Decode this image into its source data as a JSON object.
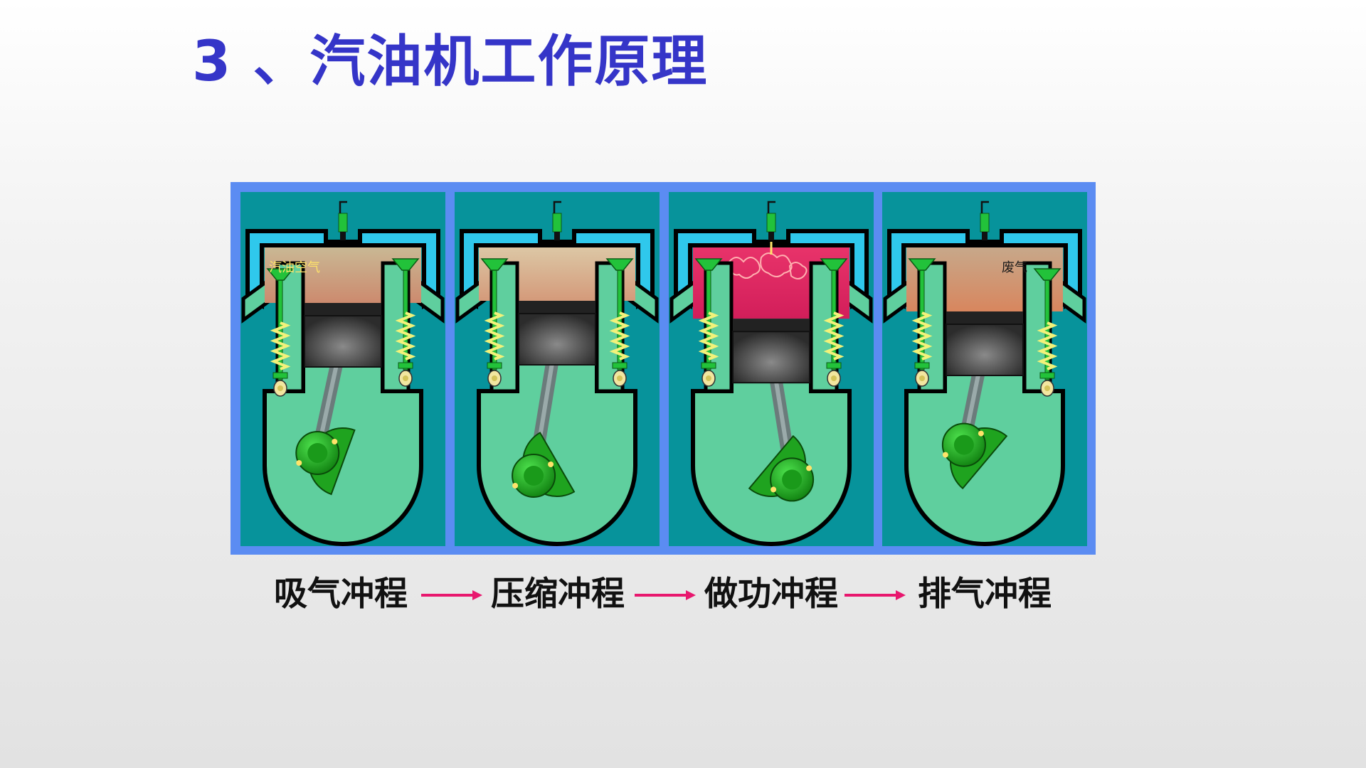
{
  "title": "3 、汽油机工作原理",
  "strokes": [
    {
      "label": "吸气冲程",
      "crank_angle": 200,
      "piston_level": 0.35,
      "intake_open": true,
      "exhaust_open": false,
      "chamber_top": "#c9b894",
      "chamber_bottom": "#cc8a6e",
      "fire": false,
      "tag": "汽油空气",
      "tag_color": "yellow",
      "tag_side": "left"
    },
    {
      "label": "压缩冲程",
      "crank_angle": 150,
      "piston_level": 0.3,
      "intake_open": false,
      "exhaust_open": false,
      "chamber_top": "#dcc7a5",
      "chamber_bottom": "#d49a7a",
      "fire": false,
      "tag": "",
      "tag_color": "",
      "tag_side": ""
    },
    {
      "label": "做功冲程",
      "crank_angle": 40,
      "piston_level": 0.72,
      "intake_open": false,
      "exhaust_open": false,
      "chamber_top": "#e8336a",
      "chamber_bottom": "#d21e5a",
      "fire": true,
      "tag": "",
      "tag_color": "",
      "tag_side": ""
    },
    {
      "label": "排气冲程",
      "crank_angle": 220,
      "piston_level": 0.55,
      "intake_open": false,
      "exhaust_open": true,
      "chamber_top": "#c7a88a",
      "chamber_bottom": "#d8865e",
      "fire": false,
      "tag": "废气",
      "tag_color": "dark",
      "tag_side": "right"
    }
  ],
  "colors": {
    "frame": "#5b8cf2",
    "panel_bg": "#07939b",
    "block": "#5fcf9e",
    "water": "#2fc8ec",
    "valve": "#22c23a",
    "spring": "#f2f27a",
    "piston": "#3a3a3a",
    "crank": "#1fa31f",
    "arrow": "#e8176e",
    "title": "#3535c8"
  }
}
